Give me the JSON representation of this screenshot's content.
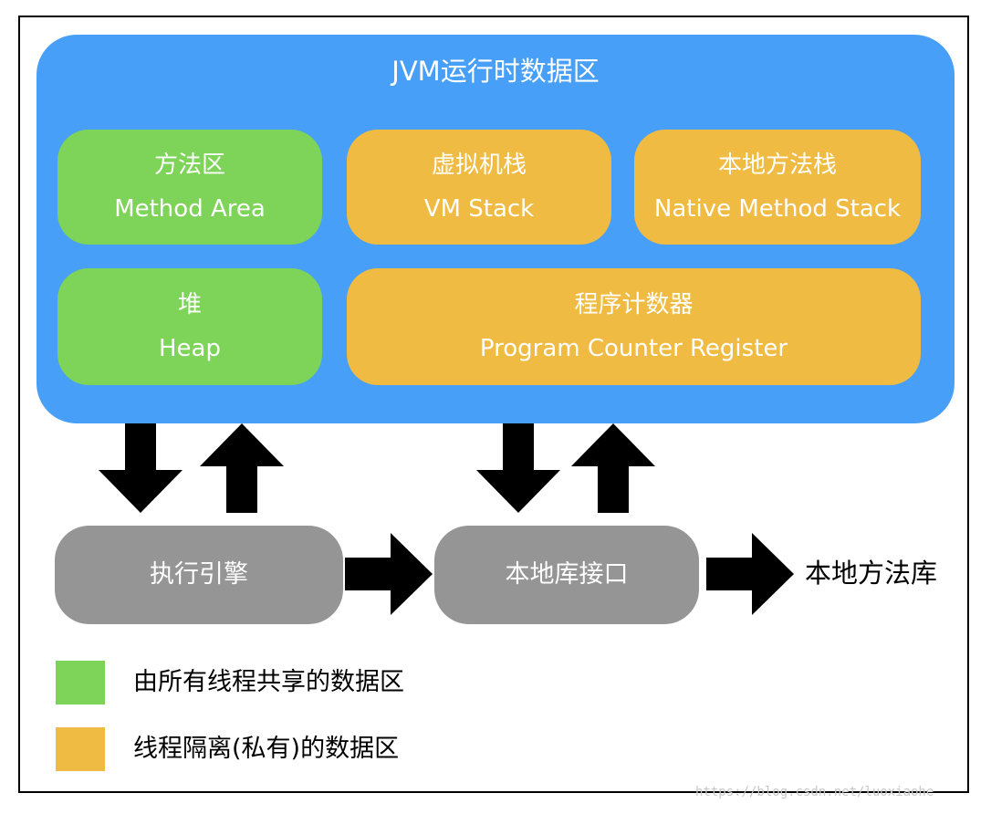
{
  "diagram": {
    "title": "JVM运行时数据区",
    "areas": {
      "method_area": {
        "zh": "方法区",
        "en": "Method Area"
      },
      "vm_stack": {
        "zh": "虚拟机栈",
        "en": "VM Stack"
      },
      "native_method_stack": {
        "zh": "本地方法栈",
        "en": "Native Method Stack"
      },
      "heap": {
        "zh": "堆",
        "en": "Heap"
      },
      "program_counter": {
        "zh": "程序计数器",
        "en": "Program Counter Register"
      }
    },
    "execution_engine": "执行引擎",
    "native_interface": "本地库接口",
    "native_library": "本地方法库",
    "legend": {
      "shared": "由所有线程共享的数据区",
      "private": "线程隔离(私有)的数据区"
    },
    "watermark": "https://blog.csdn.net/luoxiaohe"
  },
  "colors": {
    "jvm_area": "#479ff8",
    "shared": "#7ed359",
    "private": "#efbb42",
    "component": "#959595",
    "arrow": "#000000"
  }
}
